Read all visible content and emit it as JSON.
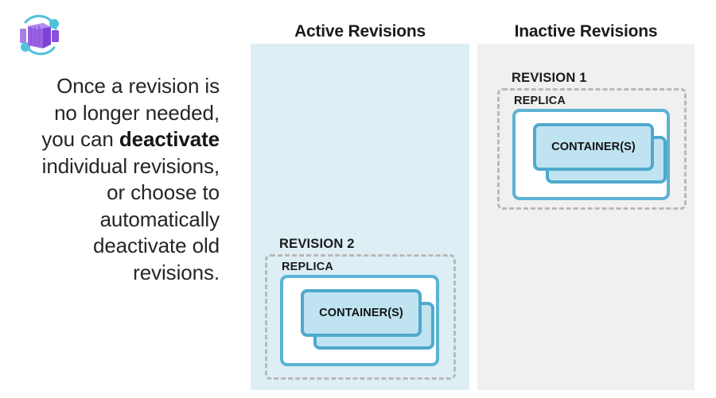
{
  "logo": {
    "name": "azure-container-apps-logo",
    "colors": {
      "cube_light": "#b07ce8",
      "cube_mid": "#9a5fe0",
      "cube_dark": "#7b3fd4",
      "ring": "#50c0de"
    }
  },
  "intro": {
    "line_1": "Once a revision is",
    "line_2": "no longer needed,",
    "line_3_pre": "you can ",
    "line_3_bold": "deactivate",
    "line_4": "individual revisions,",
    "line_5": "or choose to",
    "line_6": "automatically",
    "line_7": "deactivate old",
    "line_8": "revisions."
  },
  "columns": {
    "active": {
      "header": "Active Revisions",
      "background": "#deeef5",
      "revisions": [
        {
          "title": "REVISION 2",
          "replica_label": "REPLICA",
          "container_label": "CONTAINER(S)",
          "container_count": 2
        }
      ]
    },
    "inactive": {
      "header": "Inactive Revisions",
      "background": "#f0f0f0",
      "revisions": [
        {
          "title": "REVISION 1",
          "replica_label": "REPLICA",
          "container_label": "CONTAINER(S)",
          "container_count": 2
        }
      ]
    }
  },
  "palette": {
    "container_fill": "#bfe3f1",
    "container_border": "#4fa9cd",
    "replica_border": "#5cb3d4",
    "dashed_border": "#b9b9b9",
    "text": "#1b1b1b"
  }
}
